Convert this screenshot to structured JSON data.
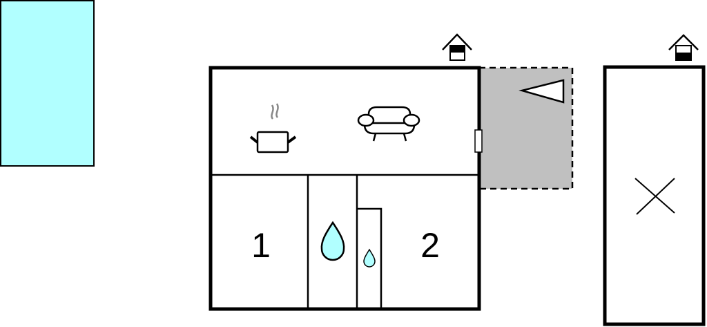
{
  "floorplan": {
    "colors": {
      "pool": "#b1ffff",
      "terrace": "#c0c0c0",
      "wall": "#000000",
      "water": "#b1ffff",
      "steam": "#888888"
    },
    "rooms": [
      {
        "id": "living-kitchen",
        "icons": [
          "cooking-pot-icon",
          "sofa-icon"
        ]
      },
      {
        "id": "bedroom-1",
        "label": "1"
      },
      {
        "id": "bathroom",
        "icons": [
          "water-drop-icon"
        ]
      },
      {
        "id": "toilet",
        "icons": [
          "water-drop-icon"
        ]
      },
      {
        "id": "bedroom-2",
        "label": "2"
      },
      {
        "id": "terrace",
        "icons": [
          "flag-icon"
        ]
      },
      {
        "id": "annex",
        "icons": [
          "cross-icon"
        ]
      }
    ],
    "entrances": [
      "entrance-icon",
      "entrance-icon"
    ],
    "pool": {
      "id": "pool"
    }
  }
}
